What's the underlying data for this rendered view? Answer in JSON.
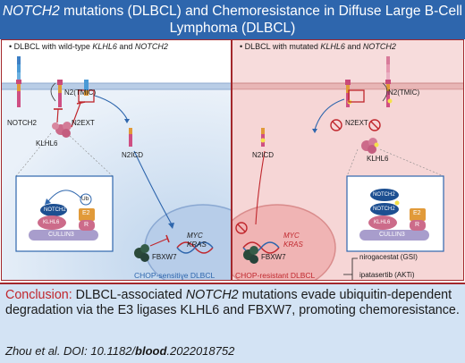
{
  "header": {
    "part1_italic": "NOTCH2",
    "part2": " mutations (DLBCL) and Chemoresistance in Diffuse Large B-Cell Lymphoma (DLBCL)"
  },
  "left_panel": {
    "title_prefix": "• DLBCL with wild-type ",
    "title_gene1": "KLHL6",
    "title_and": " and ",
    "title_gene2": "NOTCH2",
    "labels": {
      "notch2": "NOTCH2",
      "n2tmic": "N2(TMIC)",
      "n2ext": "N2EXT",
      "klhl6": "KLHL6",
      "n2icd": "N2ICD",
      "myc": "MYC",
      "kras": "KRAS",
      "fbxw7": "FBXW7",
      "outcome": "CHOP-sensitive DLBCL"
    },
    "inset": {
      "notch2": "NOTCH2",
      "klhl6": "KLHL6",
      "ub": "Ub",
      "e2": "E2",
      "r": "R",
      "cullin3": "CULLIN3"
    }
  },
  "right_panel": {
    "title_prefix": "• DLBCL with mutated ",
    "title_gene1": "KLHL6",
    "title_and": " and ",
    "title_gene2": "NOTCH2",
    "labels": {
      "n2tmic": "N2(TMIC)",
      "n2ext": "N2EXT",
      "klhl6": "KLHL6",
      "n2icd": "N2ICD",
      "myc": "MYC",
      "kras": "KRAS",
      "fbxw7": "FBXW7",
      "outcome": "CHOP-resistant DLBCL",
      "drug1": "nirogacestat (GSI)",
      "drug2": "ipatasertib (AKTi)"
    },
    "inset": {
      "notch2_a": "NOTCH2",
      "notch2_b": "NOTCH2",
      "klhl6": "KLHL6",
      "e2": "E2",
      "r": "R",
      "cullin3": "CULLIN3"
    }
  },
  "conclusion": {
    "heading": "Conclusion:",
    "text1": " DLBCL-associated ",
    "gene": "NOTCH2",
    "text2": " mutations evade ubiquitin-dependent degradation via the E3 ligases KLHL6 and FBXW7, promoting chemoresistance.",
    "cite_prefix": "Zhou et al. DOI: 10.1182/",
    "cite_journal": "blood",
    "cite_suffix": ".2022018752"
  },
  "colors": {
    "header_bg": "#2e66ad",
    "panel_border": "#a3282c",
    "right_bg": "#f7dcdc",
    "conclusion_bg": "#d3e3f4",
    "accent_red": "#c0272d",
    "klhl6_pink": "#cc6b8a",
    "cullin_purple": "#a89dcc"
  }
}
